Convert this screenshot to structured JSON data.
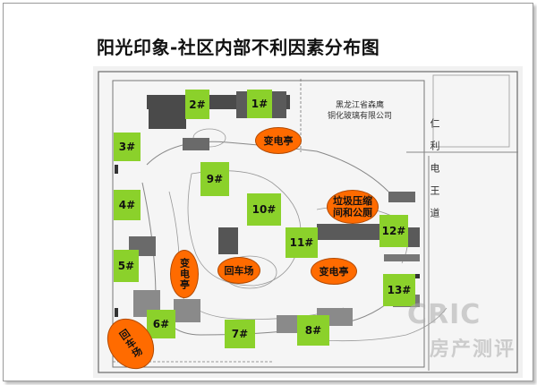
{
  "title": "阳光印象-社区内部不利因素分布图",
  "buildings": [
    "2#",
    "1#",
    "3#",
    "9#",
    "4#",
    "10#",
    "11#",
    "12#",
    "5#",
    "13#",
    "6#",
    "7#",
    "8#"
  ],
  "facilities": {
    "substation_top": "变电亭",
    "garbage": "垃圾压缩间和公厕",
    "substation_left": "变电亭",
    "turnaround_center": "回车场",
    "substation_right": "变电亭",
    "turnaround_bottom": "回车场"
  },
  "company_label": "黑龙江省森鹰\n铜化玻璃有限公司",
  "road_label": "仁利电王道",
  "watermark": {
    "top": "CRIC",
    "bottom": "房产测评"
  },
  "colors": {
    "building": "#8bd12b",
    "facility": "#ff6b00"
  }
}
